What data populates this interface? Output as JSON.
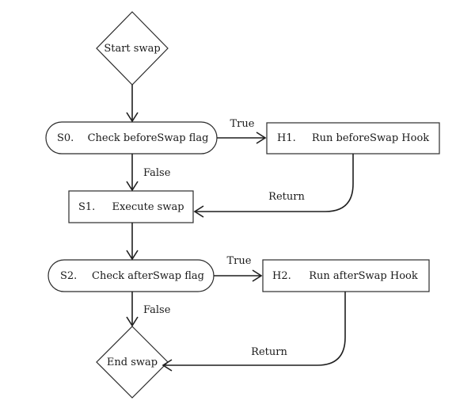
{
  "nodes": {
    "start": {
      "label": "Start swap"
    },
    "s0": {
      "id": "S0.",
      "label": "Check beforeSwap flag"
    },
    "h1": {
      "id": "H1.",
      "label": "Run beforeSwap Hook"
    },
    "s1": {
      "id": "S1.",
      "label": "Execute swap"
    },
    "s2": {
      "id": "S2.",
      "label": "Check afterSwap flag"
    },
    "h2": {
      "id": "H2.",
      "label": "Run afterSwap Hook"
    },
    "end": {
      "label": "End swap"
    }
  },
  "edges": {
    "s0_h1": "True",
    "s0_s1": "False",
    "h1_s1": "Return",
    "s2_h2": "True",
    "s2_end": "False",
    "h2_end": "Return"
  }
}
